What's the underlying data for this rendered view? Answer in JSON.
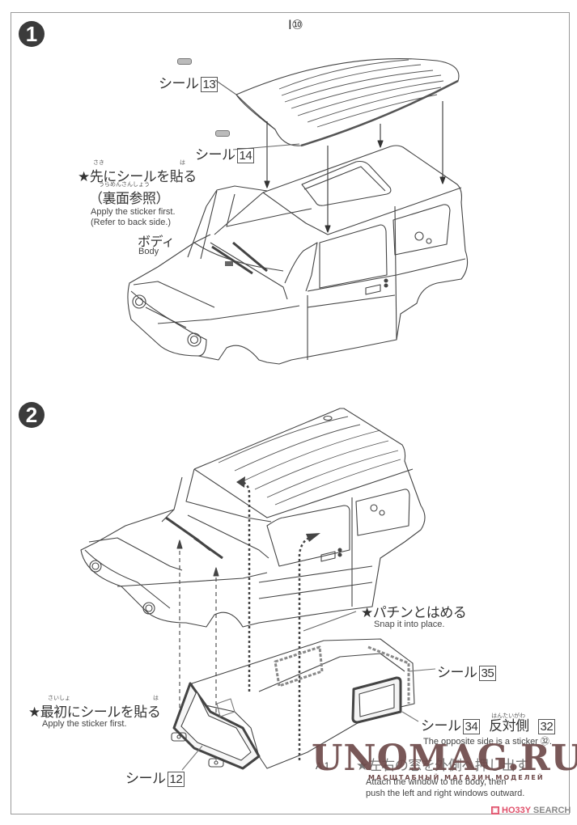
{
  "page": {
    "title": "Assembly instructions - body and roof"
  },
  "steps": [
    {
      "number": "1",
      "part_label": "I⑩",
      "stickers": [
        {
          "label": "シール",
          "number": "13"
        },
        {
          "label": "シール",
          "number": "14"
        }
      ],
      "note": {
        "jp": "★先にシールを貼る",
        "ruby_saki": "さき",
        "ruby_ha": "は",
        "jp_sub": "（裏面参照）",
        "ruby_sub": "うらめんさんしょう",
        "en_line1": "Apply the sticker first.",
        "en_line2": "(Refer to back side.)"
      },
      "body_label": {
        "jp": "ボディ",
        "en": "Body"
      }
    },
    {
      "number": "2",
      "snap_note": {
        "jp": "★パチンとはめる",
        "en": "Snap it into place."
      },
      "first_note": {
        "jp": "★最初にシールを貼る",
        "ruby": "さいしょ",
        "ruby_ha": "は",
        "en": "Apply the sticker first."
      },
      "stickers": [
        {
          "label": "シール",
          "number": "35"
        },
        {
          "label": "シール",
          "number": "34",
          "extra_jp": "反対側",
          "extra_ruby": "はんたいがわ",
          "extra_number": "32"
        },
        {
          "label": "シール",
          "number": "12"
        }
      ],
      "opposite_note": "The opposite side is a sticker ㉜.",
      "part_ref": "A 1",
      "window_note": {
        "jp": "★左右の窓を外側へ押し出す",
        "en_line1": "Attach the window to the body, then",
        "en_line2": "push the left and right windows outward."
      }
    }
  ],
  "watermark": {
    "text": "UNOMAG.RU",
    "subtitle": "МАСШТАБНЫЙ МАГАЗИН МОДЕЛЕЙ"
  },
  "credit": {
    "brand_red": "HO33Y",
    "brand_gray": " SEARCH",
    "icon": "hobby-search-logo-icon",
    "accent": "#e0506a"
  }
}
